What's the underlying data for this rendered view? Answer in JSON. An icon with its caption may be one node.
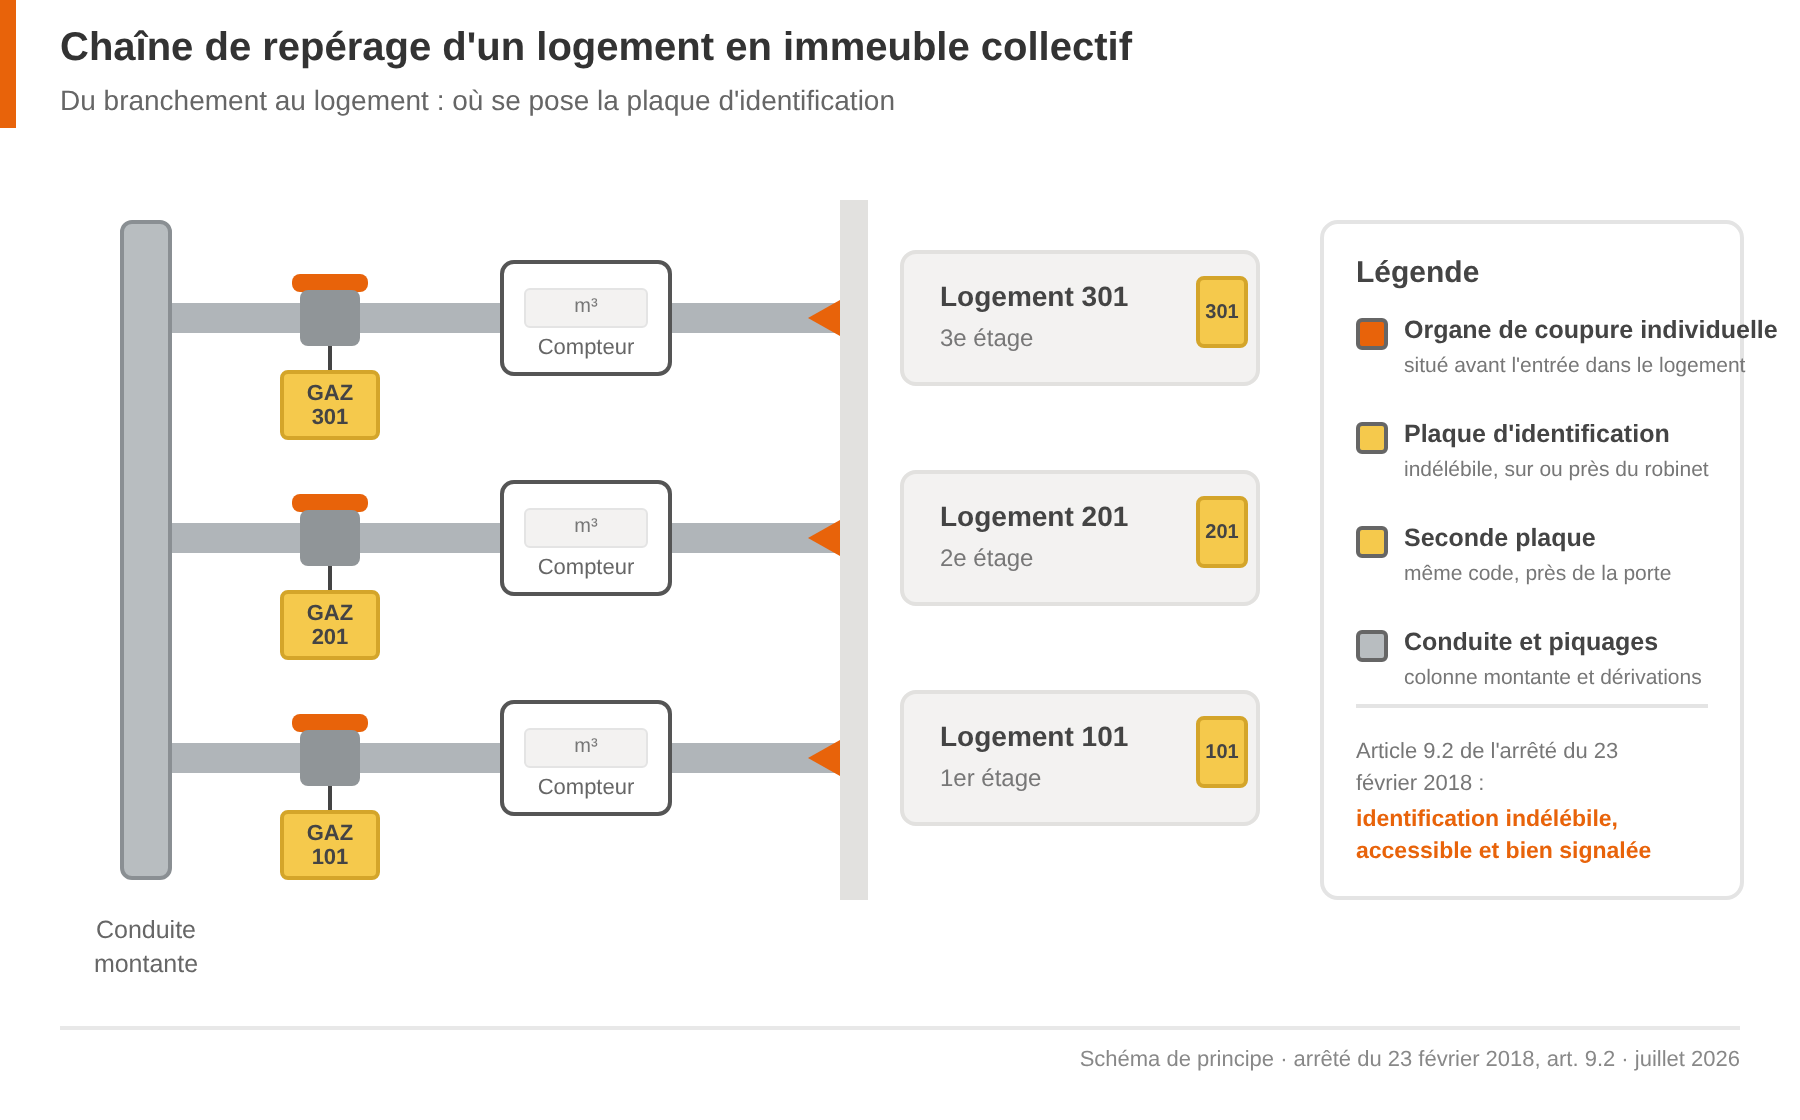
{
  "diagram": {
    "title": "Chaîne de repérage d'un logement en immeuble collectif",
    "nodes": [
      {
        "text": [
          "Conduite montante"
        ]
      },
      {
        "text": [],
        "shape": "valve"
      },
      {
        "text": [
          "GAZ 301"
        ]
      },
      {
        "text": [
          "m³",
          "Compteur"
        ]
      },
      {
        "text": [
          "Logement 301",
          "3e étage"
        ]
      },
      {
        "text": [
          "301"
        ],
        "in": 4
      },
      {
        "text": [],
        "shape": "valve"
      },
      {
        "text": [
          "GAZ 201"
        ]
      },
      {
        "text": [
          "m³",
          "Compteur"
        ]
      },
      {
        "text": [
          "Logement 201",
          "2e étage"
        ]
      },
      {
        "text": [
          "201"
        ],
        "in": 9
      },
      {
        "text": [],
        "shape": "valve"
      },
      {
        "text": [
          "GAZ 101"
        ]
      },
      {
        "text": [
          "m³",
          "Compteur"
        ]
      },
      {
        "text": [
          "Logement 101",
          "1er étage"
        ]
      },
      {
        "text": [
          "101"
        ],
        "in": 14
      },
      {
        "text": [],
        "shape": "wall"
      }
    ],
    "edges": [
      {
        "from": 0,
        "to": 1,
        "arrow": "none"
      },
      {
        "from": 1,
        "to": 2,
        "arrow": "none",
        "color": "#444444"
      },
      {
        "from": 1,
        "to": 3,
        "arrow": "none"
      },
      {
        "from": 3,
        "to": 16,
        "arrow": "other"
      },
      {
        "from": 0,
        "to": 6,
        "arrow": "none"
      },
      {
        "from": 6,
        "to": 7,
        "arrow": "none",
        "color": "#444444"
      },
      {
        "from": 6,
        "to": 8,
        "arrow": "none"
      },
      {
        "from": 8,
        "to": 16,
        "arrow": "other"
      },
      {
        "from": 0,
        "to": 11,
        "arrow": "none"
      },
      {
        "from": 11,
        "to": 12,
        "arrow": "none",
        "color": "#444444"
      },
      {
        "from": 11,
        "to": 13,
        "arrow": "none"
      },
      {
        "from": 13,
        "to": 16,
        "arrow": "other"
      }
    ],
    "labels": [
      "Du branchement au logement : où se pose la plaque d'identification",
      "Légende",
      "situé avant l'entrée dans le logement",
      "indélébile, sur ou près du robinet",
      "même code, près de la porte",
      "colonne montante et dérivations",
      "Article 9.2 de l'arrêté du 23 février 2018 :",
      "identification indélébile, accessible et bien signalée",
      "Schéma de principe · arrêté du 23 février 2018, art. 9.2 · juillet 2026"
    ],
    "legend": [
      {
        "text": "Organe de coupure individuelle",
        "color": "#e8630a"
      },
      {
        "text": "Plaque d'identification",
        "color": "#f5c94c"
      },
      {
        "text": "Seconde plaque",
        "color": "#f5c94c"
      },
      {
        "text": "Conduite et piquages",
        "color": "#b8bdc0"
      }
    ]
  }
}
